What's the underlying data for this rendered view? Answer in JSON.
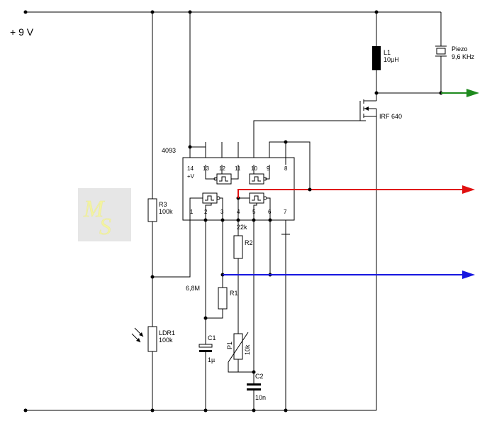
{
  "supply": {
    "label": "+ 9 V"
  },
  "ic": {
    "name": "4093",
    "vcc_label": "+V",
    "pins": [
      "1",
      "2",
      "3",
      "4",
      "5",
      "6",
      "7",
      "8",
      "9",
      "10",
      "11",
      "12",
      "13",
      "14"
    ]
  },
  "components": {
    "r1": {
      "ref": "R1"
    },
    "r2": {
      "ref": "R2",
      "value": "22k"
    },
    "r3": {
      "ref": "R3",
      "value": "100k"
    },
    "ldr": {
      "ref": "LDR1",
      "value": "100k"
    },
    "c1": {
      "ref": "C1",
      "value": "1µ"
    },
    "c2": {
      "ref": "C2",
      "value": "10n"
    },
    "p1": {
      "ref": "P1",
      "value": "10k"
    },
    "l1": {
      "ref": "L1",
      "value": "10µH"
    },
    "piezo": {
      "ref": "Piezo",
      "value": "9,6 KHz"
    },
    "mosfet": {
      "ref": "IRF 640"
    },
    "r1_value_label": "6,8M"
  },
  "watermark": {
    "text": "MS"
  },
  "colors": {
    "wire": "#000000",
    "output_green": "#1e8a1e",
    "output_red": "#e01010",
    "output_blue": "#1616e0",
    "watermark_bg": "#e6e6e6",
    "watermark_fg": "#f3f3a0"
  }
}
